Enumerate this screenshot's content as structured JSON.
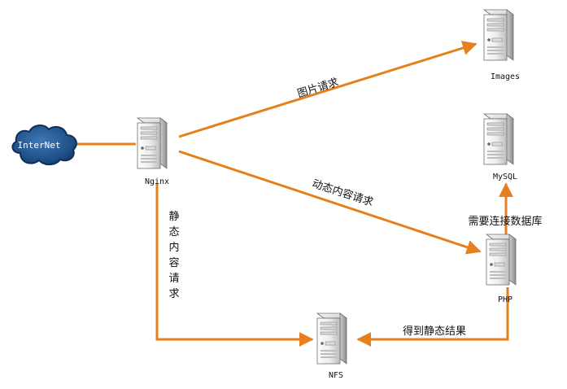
{
  "colors": {
    "edge": "#e6801e",
    "server_light": "#f3f3f3",
    "server_mid": "#c9c9c9",
    "server_dark": "#8a8a8a",
    "cloud_fill": "#1f4f86",
    "cloud_stroke": "#0f2f59"
  },
  "nodes": {
    "internet": {
      "label": "InterNet",
      "icon": "cloud-icon"
    },
    "nginx": {
      "label": "Nginx",
      "icon": "server-icon"
    },
    "images": {
      "label": "Images",
      "icon": "server-icon"
    },
    "mysql": {
      "label": "MySQL",
      "icon": "server-icon"
    },
    "php": {
      "label": "PHP",
      "icon": "server-icon"
    },
    "nfs": {
      "label": "NFS",
      "icon": "server-icon"
    }
  },
  "edges": {
    "image_request": "图片请求",
    "dynamic_request": "动态内容请求",
    "db_connect": "需要连接数据库",
    "static_request_chars": [
      "静",
      "态",
      "内",
      "容",
      "请",
      "求"
    ],
    "get_static_result": "得到静态结果"
  }
}
